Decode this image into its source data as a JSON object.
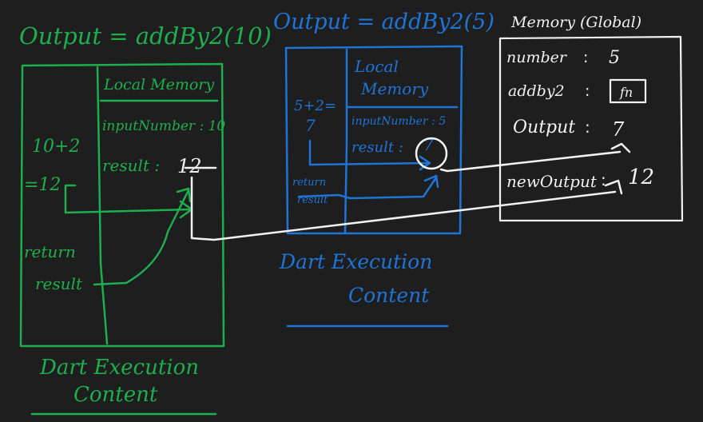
{
  "colors": {
    "background": "#1e1e1e",
    "green": "#1fae4f",
    "blue": "#1f74d6",
    "white": "#f2f2f2"
  },
  "left_context": {
    "heading": "Output = addBy2(10)",
    "local_memory_label": "Local Memory",
    "input_line": "inputNumber : 10",
    "result_label": "result :",
    "result_value": "12",
    "computation_line1": "10+2",
    "computation_line2": "=12",
    "return_line1": "return",
    "return_line2": "result",
    "footer_line1": "Dart Execution",
    "footer_line2": "Content"
  },
  "middle_context": {
    "heading": "Output = addBy2(5)",
    "local_memory_line1": "Local",
    "local_memory_line2": "Memory",
    "computation_line1": "5+2=",
    "computation_line2": "7",
    "input_line": "inputNumber : 5",
    "result_label": "result :",
    "result_value": "7",
    "return_line1": "return",
    "return_line2": "result",
    "footer_line1": "Dart Execution",
    "footer_line2": "Content"
  },
  "global_memory": {
    "title": "Memory (Global)",
    "number_label": "number",
    "number_value": "5",
    "addby2_label": "addby2",
    "addby2_value": "fn",
    "output_label": "Output",
    "output_value": "7",
    "newoutput_label": "newOutput",
    "newoutput_value": "12",
    "separator": ":"
  }
}
